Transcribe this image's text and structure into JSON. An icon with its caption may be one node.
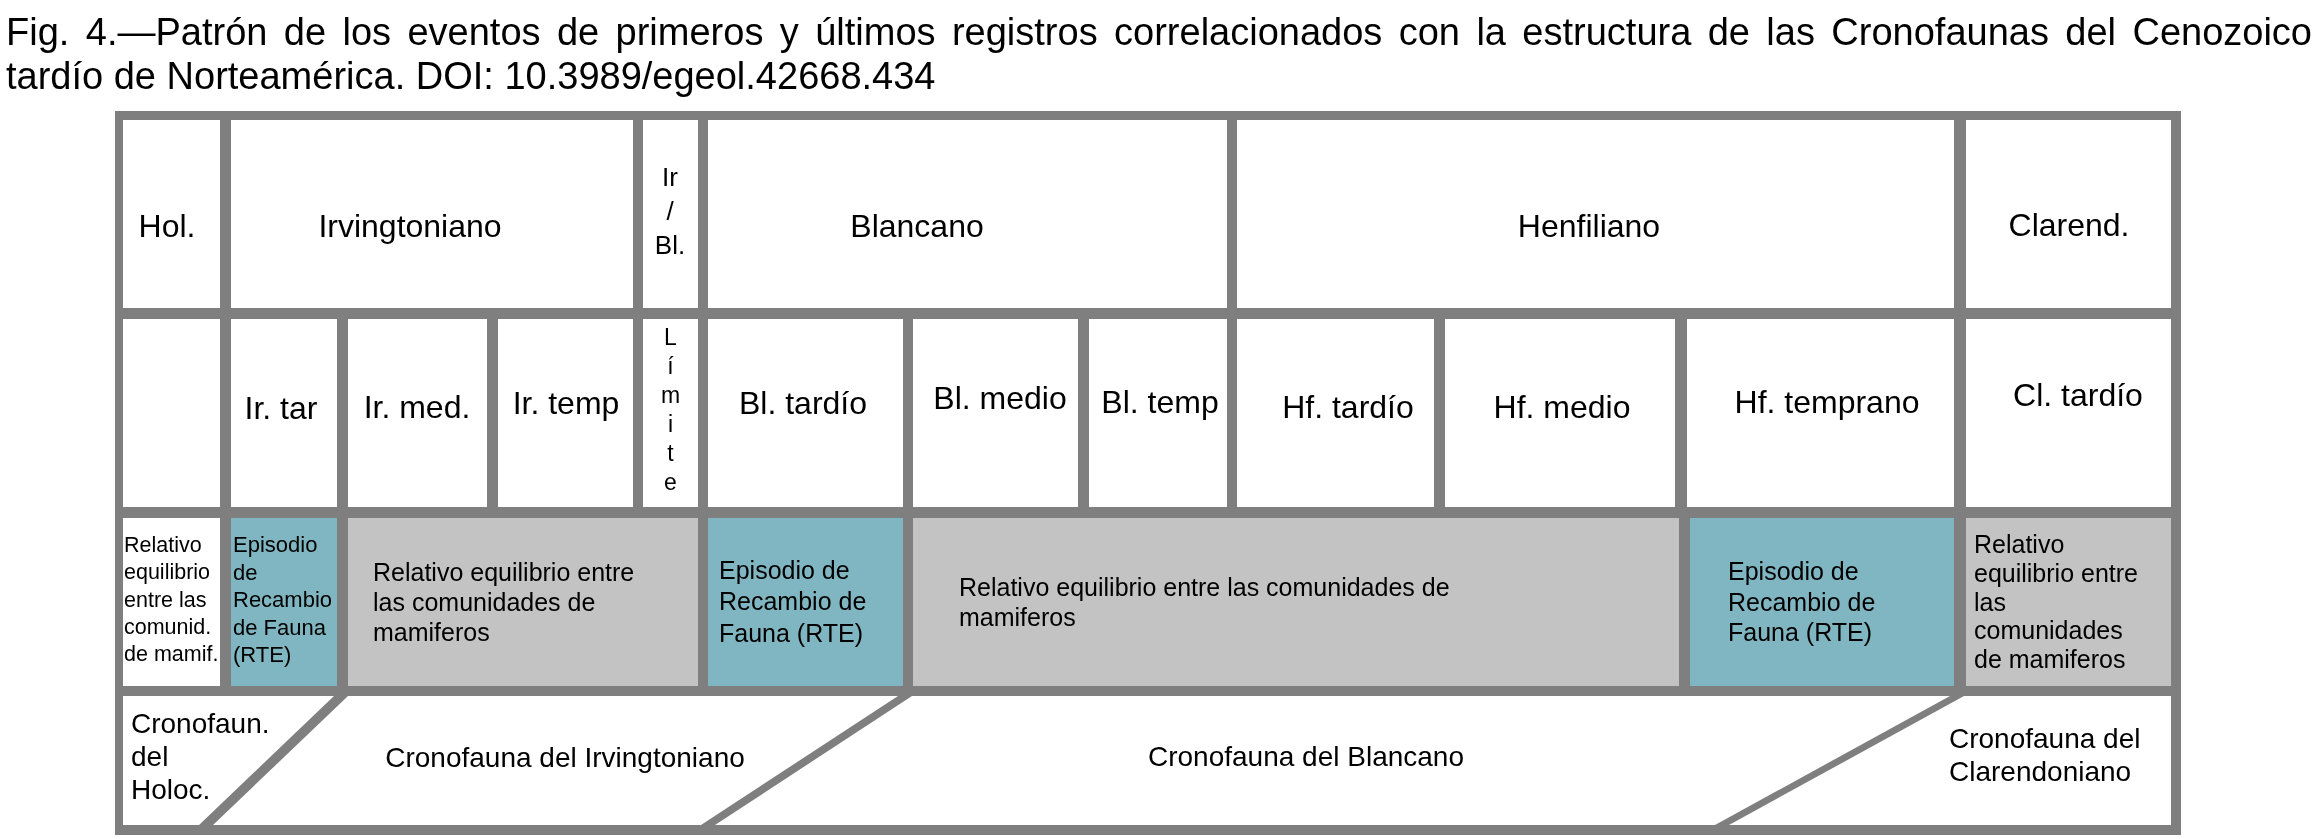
{
  "diagram": {
    "caption": "Fig. 4.—Patrón de los eventos de primeros y últimos registros correlacionados con la estructura de las Cronofaunas del Cenozoico tardío de Norteamérica. DOI: 10.3989/egeol.42668.434",
    "nodes": [
      {
        "text": [
          "Hol."
        ]
      },
      {
        "text": [
          "Irvingtoniano"
        ]
      },
      {
        "text": [
          "Ir / Bl."
        ]
      },
      {
        "text": [
          "Blancano"
        ]
      },
      {
        "text": [
          "Henfiliano"
        ]
      },
      {
        "text": [
          "Clarend."
        ]
      },
      {
        "text": [],
        "shape": "box"
      },
      {
        "text": [
          "Ir. tar"
        ]
      },
      {
        "text": [
          "Ir. med."
        ]
      },
      {
        "text": [
          "Ir. temp"
        ]
      },
      {
        "text": [
          "Límite"
        ]
      },
      {
        "text": [
          "Bl. tardío"
        ]
      },
      {
        "text": [
          "Bl. medio"
        ]
      },
      {
        "text": [
          "Bl. temp"
        ]
      },
      {
        "text": [
          "Hf. tardío"
        ]
      },
      {
        "text": [
          "Hf. medio"
        ]
      },
      {
        "text": [
          "Hf. temprano"
        ]
      },
      {
        "text": [
          "Cl. tardío"
        ]
      },
      {
        "text": [
          "Relativo equilibrio entre las comunid. de mamif."
        ]
      },
      {
        "text": [
          "Episodio de Recambio de Fauna (RTE)"
        ]
      },
      {
        "text": [
          "Relativo equilibrio entre las comunidades de mamiferos"
        ]
      },
      {
        "text": [
          "Episodio de Recambio de Fauna (RTE)"
        ]
      },
      {
        "text": [
          "Relativo equilibrio entre las comunidades de mamiferos"
        ]
      },
      {
        "text": [
          "Episodio de Recambio de Fauna (RTE)"
        ]
      },
      {
        "text": [
          "Relativo equilibrio entre las comunidades de mamiferos"
        ]
      },
      {
        "text": [
          "Cronofaun. del Holoc."
        ]
      },
      {
        "text": [
          "Cronofauna del Irvingtoniano"
        ]
      },
      {
        "text": [
          "Cronofauna del Blancano"
        ]
      },
      {
        "text": [
          "Cronofauna del Clarendoniano"
        ]
      }
    ]
  }
}
